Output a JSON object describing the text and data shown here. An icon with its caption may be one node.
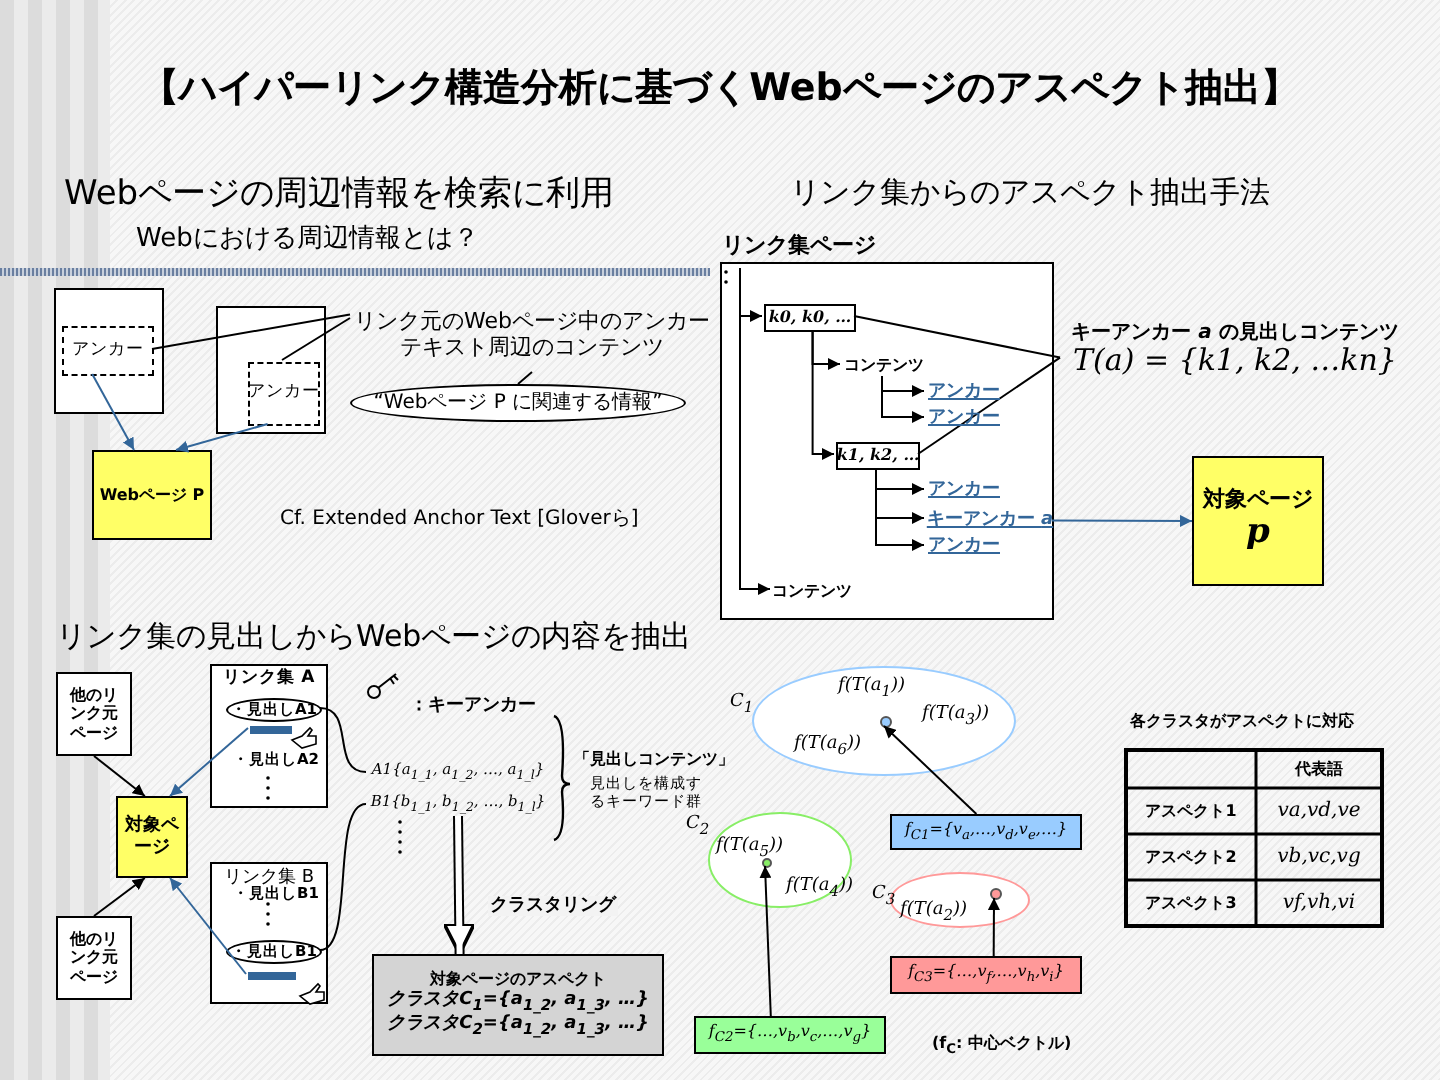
{
  "diagram": {
    "title": "【ハイパーリンク構造分析に基づくWebページのアスペクト抽出】",
    "nodes": [
      {
        "text": [],
        "shape": "box"
      },
      {
        "text": [
          "アンカー"
        ],
        "in": 0
      },
      {
        "text": [],
        "shape": "box"
      },
      {
        "text": [
          "アンカー"
        ],
        "in": 2
      },
      {
        "text": [
          "Webページ P"
        ]
      },
      {
        "text": [
          "リンク元のWebページ中のアンカーテキスト周辺のコンテンツ"
        ]
      },
      {
        "text": [
          "“Webページ P に関連する情報”"
        ]
      },
      {
        "text": [
          "リンク集ページ"
        ]
      },
      {
        "text": [
          "k0, k0, …"
        ],
        "in": 7
      },
      {
        "text": [
          "コンテンツ"
        ],
        "in": 7
      },
      {
        "text": [
          "アンカー"
        ],
        "in": 7
      },
      {
        "text": [
          "アンカー"
        ],
        "in": 7
      },
      {
        "text": [
          "k1, k2, …"
        ],
        "in": 7
      },
      {
        "text": [
          "アンカー"
        ],
        "in": 7
      },
      {
        "text": [
          "キーアンカー *a*"
        ],
        "in": 7
      },
      {
        "text": [
          "アンカー"
        ],
        "in": 7
      },
      {
        "text": [
          "コンテンツ"
        ],
        "in": 7
      },
      {
        "text": [
          "キーアンカー *a* の見出しコンテンツ",
          "T(a) = {k1, k2, …kn}"
        ]
      },
      {
        "text": [
          "対象ページ",
          "p"
        ]
      },
      {
        "text": [
          "他のリンク元ページ"
        ]
      },
      {
        "text": [
          "対象ページ"
        ]
      },
      {
        "text": [
          "他のリンク元ページ"
        ]
      },
      {
        "text": [
          "リンク集 A"
        ]
      },
      {
        "text": [
          "・見出しA1"
        ],
        "in": 22
      },
      {
        "text": [],
        "shape": "bar",
        "in": 22
      },
      {
        "text": [
          "・見出しA2"
        ],
        "in": 22
      },
      {
        "text": [
          "リンク集 B"
        ]
      },
      {
        "text": [
          "・見出しB1"
        ],
        "in": 26
      },
      {
        "text": [
          "・見出しB1"
        ],
        "in": 26
      },
      {
        "text": [],
        "shape": "bar",
        "in": 26
      },
      {
        "text": [
          "A1{a$_{1_1}$, a$_{1_2}$, …, a$_{1_l}$}"
        ]
      },
      {
        "text": [
          "B1{b$_{1_1}$, b$_{1_2}$, …, b$_{1_l}$}"
        ]
      },
      {
        "text": [
          "対象ページのアスペクト",
          "クラスタC$_{1}$={a$_{1_2}$, a$_{1_3}$, …}",
          "クラスタC$_{2}$={a$_{1_2}$, a$_{1_3}$, …}"
        ]
      },
      {
        "text": [
          "f(T(a$_{1}$))",
          "f(T(a$_{3}$))",
          "f(T(a$_{6}$))"
        ],
        "beside": [
          "C$_{1}$"
        ]
      },
      {
        "text": [
          "f(T(a$_{5}$))",
          "f(T(a$_{4}$))"
        ],
        "beside": [
          "C$_{2}$"
        ]
      },
      {
        "text": [
          "f(T(a$_{2}$))"
        ],
        "beside": [
          "C$_{3}$"
        ]
      },
      {
        "text": [],
        "shape": "circle",
        "in": 33
      },
      {
        "text": [],
        "shape": "circle",
        "in": 34
      },
      {
        "text": [],
        "shape": "circle",
        "in": 35
      },
      {
        "text": [
          "f$_{C1}$={v$_{a}$,…,v$_{d}$,v$_{e}$,…}"
        ]
      },
      {
        "text": [
          "f$_{C2}$={…,v$_{b}$,v$_{c}$,…,v$_{g}$}"
        ]
      },
      {
        "text": [
          "f$_{C3}$={…,v$_{f}$,…,v$_{h}$,v$_{i}$}"
        ]
      }
    ],
    "edges": [
      {
        "from": 1,
        "to": 4,
        "arrow": "to",
        "color": "#336699"
      },
      {
        "from": 3,
        "to": 4,
        "arrow": "to",
        "color": "#336699"
      },
      {
        "from": 5,
        "to": 1,
        "arrow": "none"
      },
      {
        "from": 5,
        "to": 3,
        "arrow": "none"
      },
      {
        "from": 6,
        "to": 5,
        "arrow": "none"
      },
      {
        "from": null,
        "to": 8,
        "arrow": "to"
      },
      {
        "from": null,
        "to": 16,
        "arrow": "to"
      },
      {
        "from": 8,
        "to": 9,
        "arrow": "to"
      },
      {
        "from": 8,
        "to": 12,
        "arrow": "to"
      },
      {
        "from": 9,
        "to": 10,
        "arrow": "to"
      },
      {
        "from": 9,
        "to": 11,
        "arrow": "to"
      },
      {
        "from": 12,
        "to": 13,
        "arrow": "to"
      },
      {
        "from": 12,
        "to": 14,
        "arrow": "to"
      },
      {
        "from": 12,
        "to": 15,
        "arrow": "to"
      },
      {
        "from": 17,
        "to": 8,
        "arrow": "none"
      },
      {
        "from": 17,
        "to": 12,
        "arrow": "none"
      },
      {
        "from": 14,
        "to": 18,
        "arrow": "to",
        "color": "#336699"
      },
      {
        "from": 19,
        "to": 20,
        "arrow": "to"
      },
      {
        "from": 21,
        "to": 20,
        "arrow": "to"
      },
      {
        "from": 24,
        "to": 20,
        "arrow": "to",
        "color": "#336699"
      },
      {
        "from": 29,
        "to": 20,
        "arrow": "to",
        "color": "#336699"
      },
      {
        "from": 23,
        "to": 30,
        "arrow": "none"
      },
      {
        "from": 28,
        "to": 31,
        "arrow": "none"
      },
      {
        "from": 31,
        "to": 32,
        "arrow": "to",
        "style": "thick",
        "label": "クラスタリング"
      },
      {
        "from": 39,
        "to": 36,
        "arrow": "to"
      },
      {
        "from": 40,
        "to": 37,
        "arrow": "to"
      },
      {
        "from": 41,
        "to": 38,
        "arrow": "to"
      }
    ],
    "labels": [
      "Webページの周辺情報を検索に利用",
      "リンク集からのアスペクト抽出手法",
      "Webにおける周辺情報とは？",
      "Cf. Extended Anchor Text [Gloverら]",
      "リンク集の見出しからWebページの内容を抽出",
      "各クラスタがアスペクトに対応",
      "「見出しコンテンツ」",
      "見出しを構成するキーワード群",
      "代表語",
      "アスペクト1",
      "va,vd,ve",
      "アスペクト2",
      "vb,vc,vg",
      "アスペクト3",
      "vf,vh,vi",
      "(f$_{C}$: 中心ベクトル)"
    ],
    "legend": [
      {
        "text": "：キーアンカー"
      }
    ]
  }
}
